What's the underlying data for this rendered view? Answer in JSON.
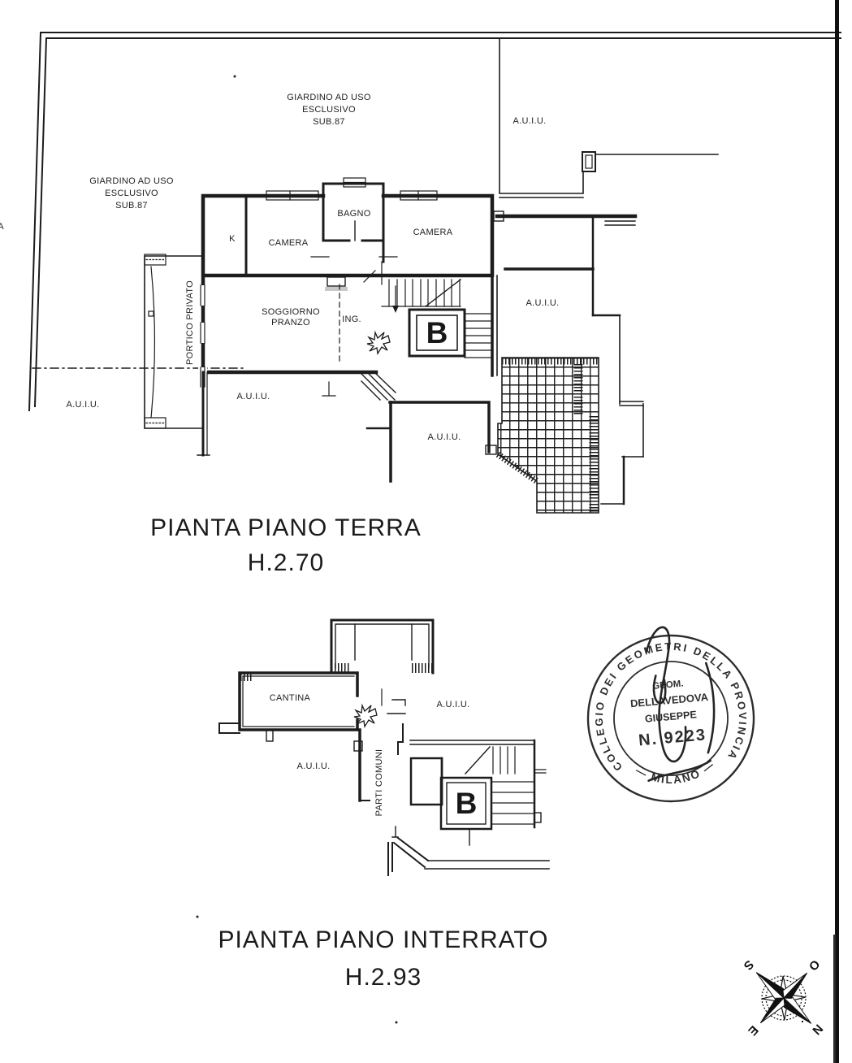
{
  "colors": {
    "ink": "#1c1c1c",
    "paper": "#ffffff"
  },
  "ground_floor": {
    "title": "PIANTA PIANO TERRA",
    "height": "H.2.70",
    "garden_top": [
      "GIARDINO AD USO",
      "ESCLUSIVO",
      "SUB.87"
    ],
    "garden_left": [
      "GIARDINO AD USO",
      "ESCLUSIVO",
      "SUB.87"
    ],
    "auiu": "A.U.I.U.",
    "edge_fragment": "A",
    "rooms": {
      "bagno": "BAGNO",
      "camera_left": "CAMERA",
      "camera_right": "CAMERA",
      "kitchen": "K",
      "soggiorno": [
        "SOGGIORNO",
        "PRANZO"
      ],
      "ingresso": "ING.",
      "portico": "PORTICO PRIVATO",
      "unit": "B"
    }
  },
  "basement": {
    "title": "PIANTA PIANO INTERRATO",
    "height": "H.2.93",
    "auiu": "A.U.I.U.",
    "rooms": {
      "cantina": "CANTINA",
      "parti_comuni": "PARTI COMUNI",
      "unit": "B"
    }
  },
  "stamp": {
    "ring_top": "COLLEGIO DEI GEOMETRI DELLA PROVINCIA",
    "ring_bottom": "— MILANO —",
    "center": [
      "GEOM.",
      "DELLAVEDOVA",
      "GIUSEPPE",
      "N. 9223"
    ]
  },
  "compass": {
    "north": "N",
    "south": "S",
    "east": "E",
    "west": "O"
  }
}
